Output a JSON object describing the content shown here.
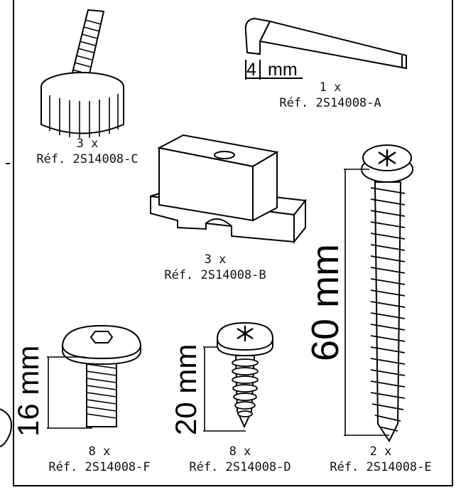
{
  "parts": {
    "A": {
      "qty": "1 x",
      "ref": "Réf. 2S14008-A",
      "size_num": "4",
      "size_unit": "mm"
    },
    "B": {
      "qty": "3 x",
      "ref": "Réf. 2S14008-B"
    },
    "C": {
      "qty": "3 x",
      "ref": "Réf. 2S14008-C"
    },
    "D": {
      "qty": "8 x",
      "ref": "Réf. 2S14008-D",
      "size": "20 mm"
    },
    "E": {
      "qty": "2 x",
      "ref": "Réf. 2S14008-E",
      "size": "60 mm"
    },
    "F": {
      "qty": "8 x",
      "ref": "Réf. 2S14008-F",
      "size": "16 mm"
    }
  },
  "icons": [
    "hex-key-icon",
    "thumb-screw-icon",
    "bracket-block-icon",
    "wood-screw-icon",
    "bolt-icon",
    "short-screw-icon"
  ]
}
